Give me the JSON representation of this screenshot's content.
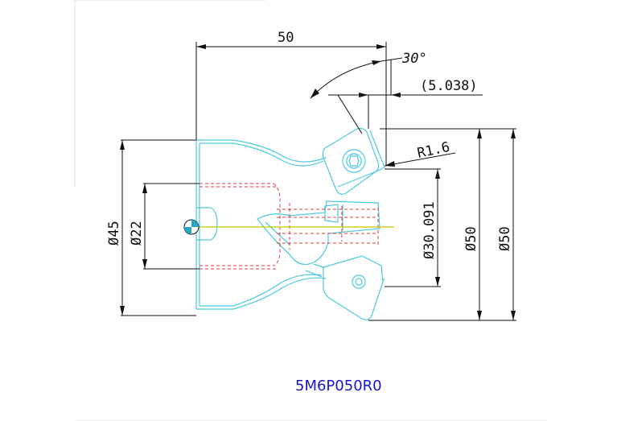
{
  "drawing": {
    "part_number": "5M6P050R0",
    "dimensions": {
      "length": "50",
      "angle": "30°",
      "offset": "(5.038)",
      "radius": "R1.6",
      "bore_outer": "Ø45",
      "bore_inner": "Ø22",
      "insert_diameter": "Ø30.091",
      "cut_diameter_1": "Ø50",
      "cut_diameter_2": "Ø50"
    },
    "colors": {
      "outline": "#4cc9e0",
      "dimension": "#111111",
      "hidden": "#e23b3b",
      "label": "#1616d0",
      "centerline": "#c8c800"
    }
  }
}
